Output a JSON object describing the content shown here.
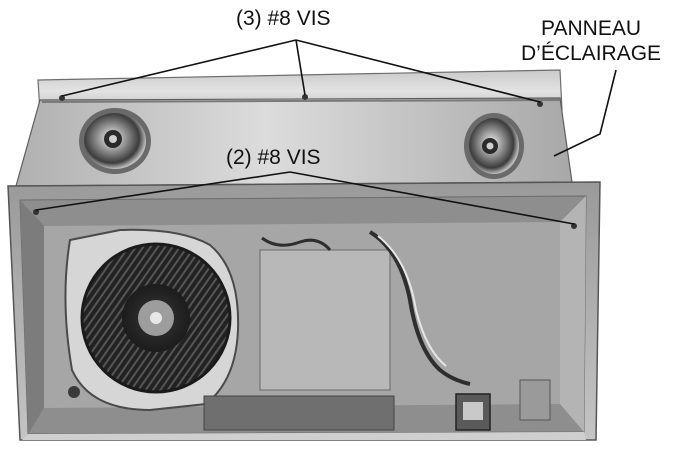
{
  "labels": {
    "top_screws": "(3) #8 VIS",
    "front_screws": "(2) #8 VIS",
    "panel_line1": "PANNEAU",
    "panel_line2": "D’ÉCLAIRAGE"
  },
  "colors": {
    "background": "#ffffff",
    "leader_line": "#111111",
    "metal_light": "#d8d8d8",
    "metal_mid": "#a9a9a9",
    "metal_dark": "#4a4a4a"
  }
}
